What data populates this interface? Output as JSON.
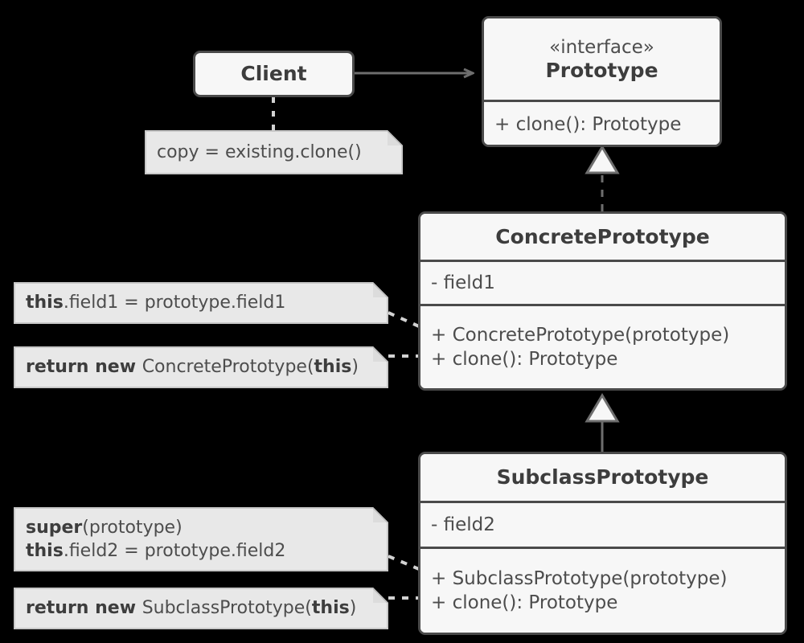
{
  "diagram": {
    "title": "Prototype design pattern UML class diagram",
    "background_color": "#000000",
    "class_fill": "#f7f7f7",
    "class_border": "#4a4a4a",
    "note_fill": "#e8e8e8",
    "note_border": "#c8c8c8",
    "line_color": "#6e6e6e",
    "text_color": "#4d4d4d"
  },
  "classes": {
    "client": {
      "name": "Client"
    },
    "prototype": {
      "stereotype": "«interface»",
      "name": "Prototype",
      "methods": [
        "+ clone(): Prototype"
      ]
    },
    "concrete_prototype": {
      "name": "ConcretePrototype",
      "fields": [
        "- field1"
      ],
      "methods": [
        "+ ConcretePrototype(prototype)",
        "+ clone(): Prototype"
      ]
    },
    "subclass_prototype": {
      "name": "SubclassPrototype",
      "fields": [
        "- field2"
      ],
      "methods": [
        "+ SubclassPrototype(prototype)",
        "+ clone(): Prototype"
      ]
    }
  },
  "notes": {
    "client_note": {
      "lines": [
        [
          {
            "t": "copy = existing.clone()",
            "bold": false
          }
        ]
      ]
    },
    "concrete_ctor_note": {
      "lines": [
        [
          {
            "t": "this",
            "bold": true
          },
          {
            "t": ".field1 = prototype.field1",
            "bold": false
          }
        ]
      ]
    },
    "concrete_clone_note": {
      "lines": [
        [
          {
            "t": "return new ",
            "bold": true
          },
          {
            "t": "ConcretePrototype(",
            "bold": false
          },
          {
            "t": "this",
            "bold": true
          },
          {
            "t": ")",
            "bold": false
          }
        ]
      ]
    },
    "subclass_ctor_note": {
      "lines": [
        [
          {
            "t": "super",
            "bold": true
          },
          {
            "t": "(prototype)",
            "bold": false
          }
        ],
        [
          {
            "t": "this",
            "bold": true
          },
          {
            "t": ".field2 = prototype.field2",
            "bold": false
          }
        ]
      ]
    },
    "subclass_clone_note": {
      "lines": [
        [
          {
            "t": "return new ",
            "bold": true
          },
          {
            "t": "SubclassPrototype(",
            "bold": false
          },
          {
            "t": "this",
            "bold": true
          },
          {
            "t": ")",
            "bold": false
          }
        ]
      ]
    }
  },
  "relations": [
    {
      "id": "client-uses-prototype",
      "kind": "association",
      "from": "Client",
      "to": "Prototype",
      "line": "solid",
      "arrow": "open"
    },
    {
      "id": "concrete-realizes-prototype",
      "kind": "realization",
      "from": "ConcretePrototype",
      "to": "Prototype",
      "line": "dashed",
      "arrow": "hollow-triangle"
    },
    {
      "id": "subclass-extends-concrete",
      "kind": "generalization",
      "from": "SubclassPrototype",
      "to": "ConcretePrototype",
      "line": "solid",
      "arrow": "hollow-triangle"
    },
    {
      "id": "client-note-link",
      "kind": "note-anchor",
      "line": "dashed",
      "arrow": "none"
    },
    {
      "id": "concrete-ctor-note-link",
      "kind": "note-anchor",
      "line": "dashed",
      "arrow": "none"
    },
    {
      "id": "concrete-clone-note-link",
      "kind": "note-anchor",
      "line": "dashed",
      "arrow": "none"
    },
    {
      "id": "subclass-ctor-note-link",
      "kind": "note-anchor",
      "line": "dashed",
      "arrow": "none"
    },
    {
      "id": "subclass-clone-note-link",
      "kind": "note-anchor",
      "line": "dashed",
      "arrow": "none"
    }
  ]
}
